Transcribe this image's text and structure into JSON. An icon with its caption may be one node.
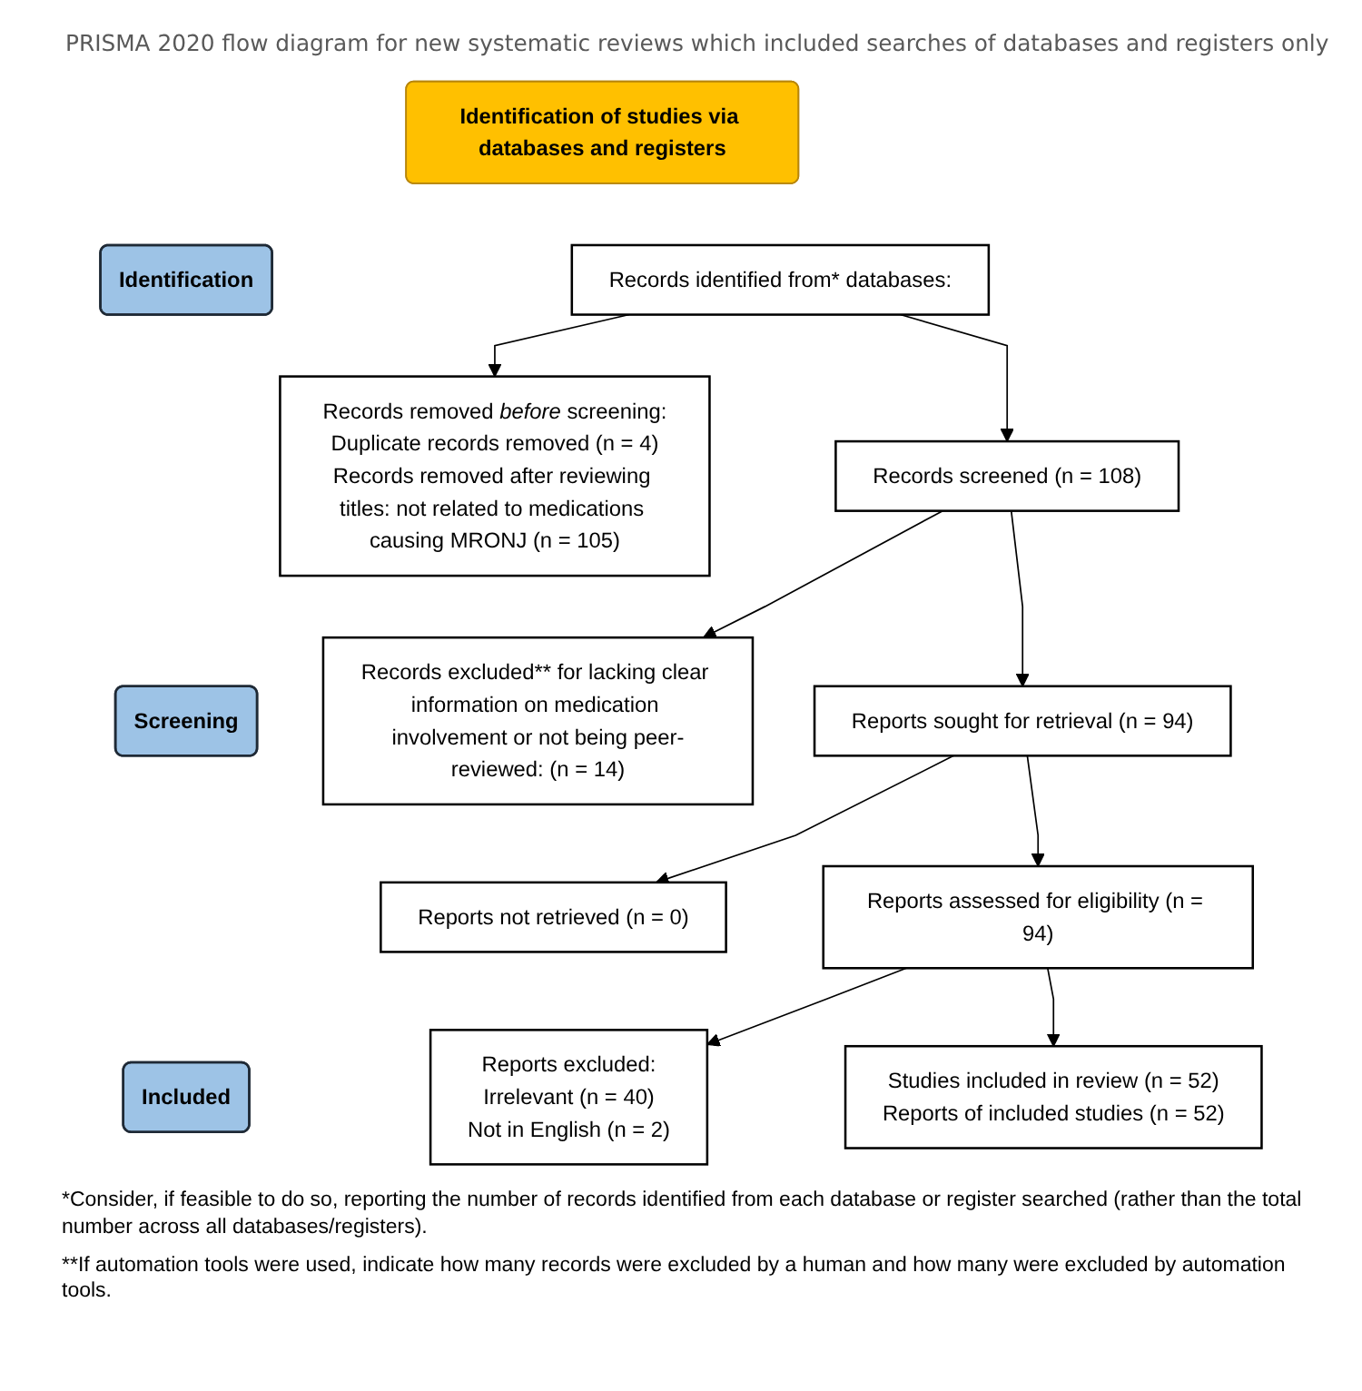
{
  "diagram": {
    "title": "PRISMA 2020 flow diagram for new systematic reviews which included searches of databases and registers only",
    "nodes": [
      {
        "text": [
          "Identification of studies via databases and registers"
        ]
      },
      {
        "text": [
          "Identification"
        ]
      },
      {
        "text": [
          "Records identified from* databases:"
        ]
      },
      {
        "text": [
          "Records removed *before* screening:",
          "Duplicate records removed (n = 4)",
          "Records removed after reviewing titles: not related to medications causing MRONJ (n = 105)"
        ]
      },
      {
        "text": [
          "Screening"
        ]
      },
      {
        "text": [
          "Records screened (n = 108)"
        ]
      },
      {
        "text": [
          "Records excluded** for lacking clear information on medication involvement or not being peer-reviewed: (n = 14)"
        ]
      },
      {
        "text": [
          "Reports sought for retrieval (n = 94)"
        ]
      },
      {
        "text": [
          "Reports not retrieved (n = 0)"
        ]
      },
      {
        "text": [
          "Reports assessed for eligibility (n = 94)"
        ]
      },
      {
        "text": [
          "Reports excluded:",
          "Irrelevant (n = 40)",
          "Not in English (n = 2)"
        ]
      },
      {
        "text": [
          "Included"
        ]
      },
      {
        "text": [
          "Studies included in review (n = 52)",
          "Reports of included studies (n = 52)"
        ]
      }
    ],
    "edges": [
      {
        "from": 2,
        "to": 3,
        "arrow": "to"
      },
      {
        "from": 2,
        "to": 5,
        "arrow": "to"
      },
      {
        "from": 5,
        "to": 6,
        "arrow": "to"
      },
      {
        "from": 5,
        "to": 7,
        "arrow": "to"
      },
      {
        "from": 7,
        "to": 8,
        "arrow": "to"
      },
      {
        "from": 7,
        "to": 9,
        "arrow": "to"
      },
      {
        "from": 9,
        "to": 10,
        "arrow": "to"
      },
      {
        "from": 9,
        "to": 12,
        "arrow": "to"
      }
    ],
    "labels": [
      "*Consider, if feasible to do so, reporting the number of records identified from each database or register searched (rather than the total number across all databases/registers).",
      "**If automation tools were used, indicate how many records were excluded by a human and how many were excluded by automation tools."
    ]
  }
}
